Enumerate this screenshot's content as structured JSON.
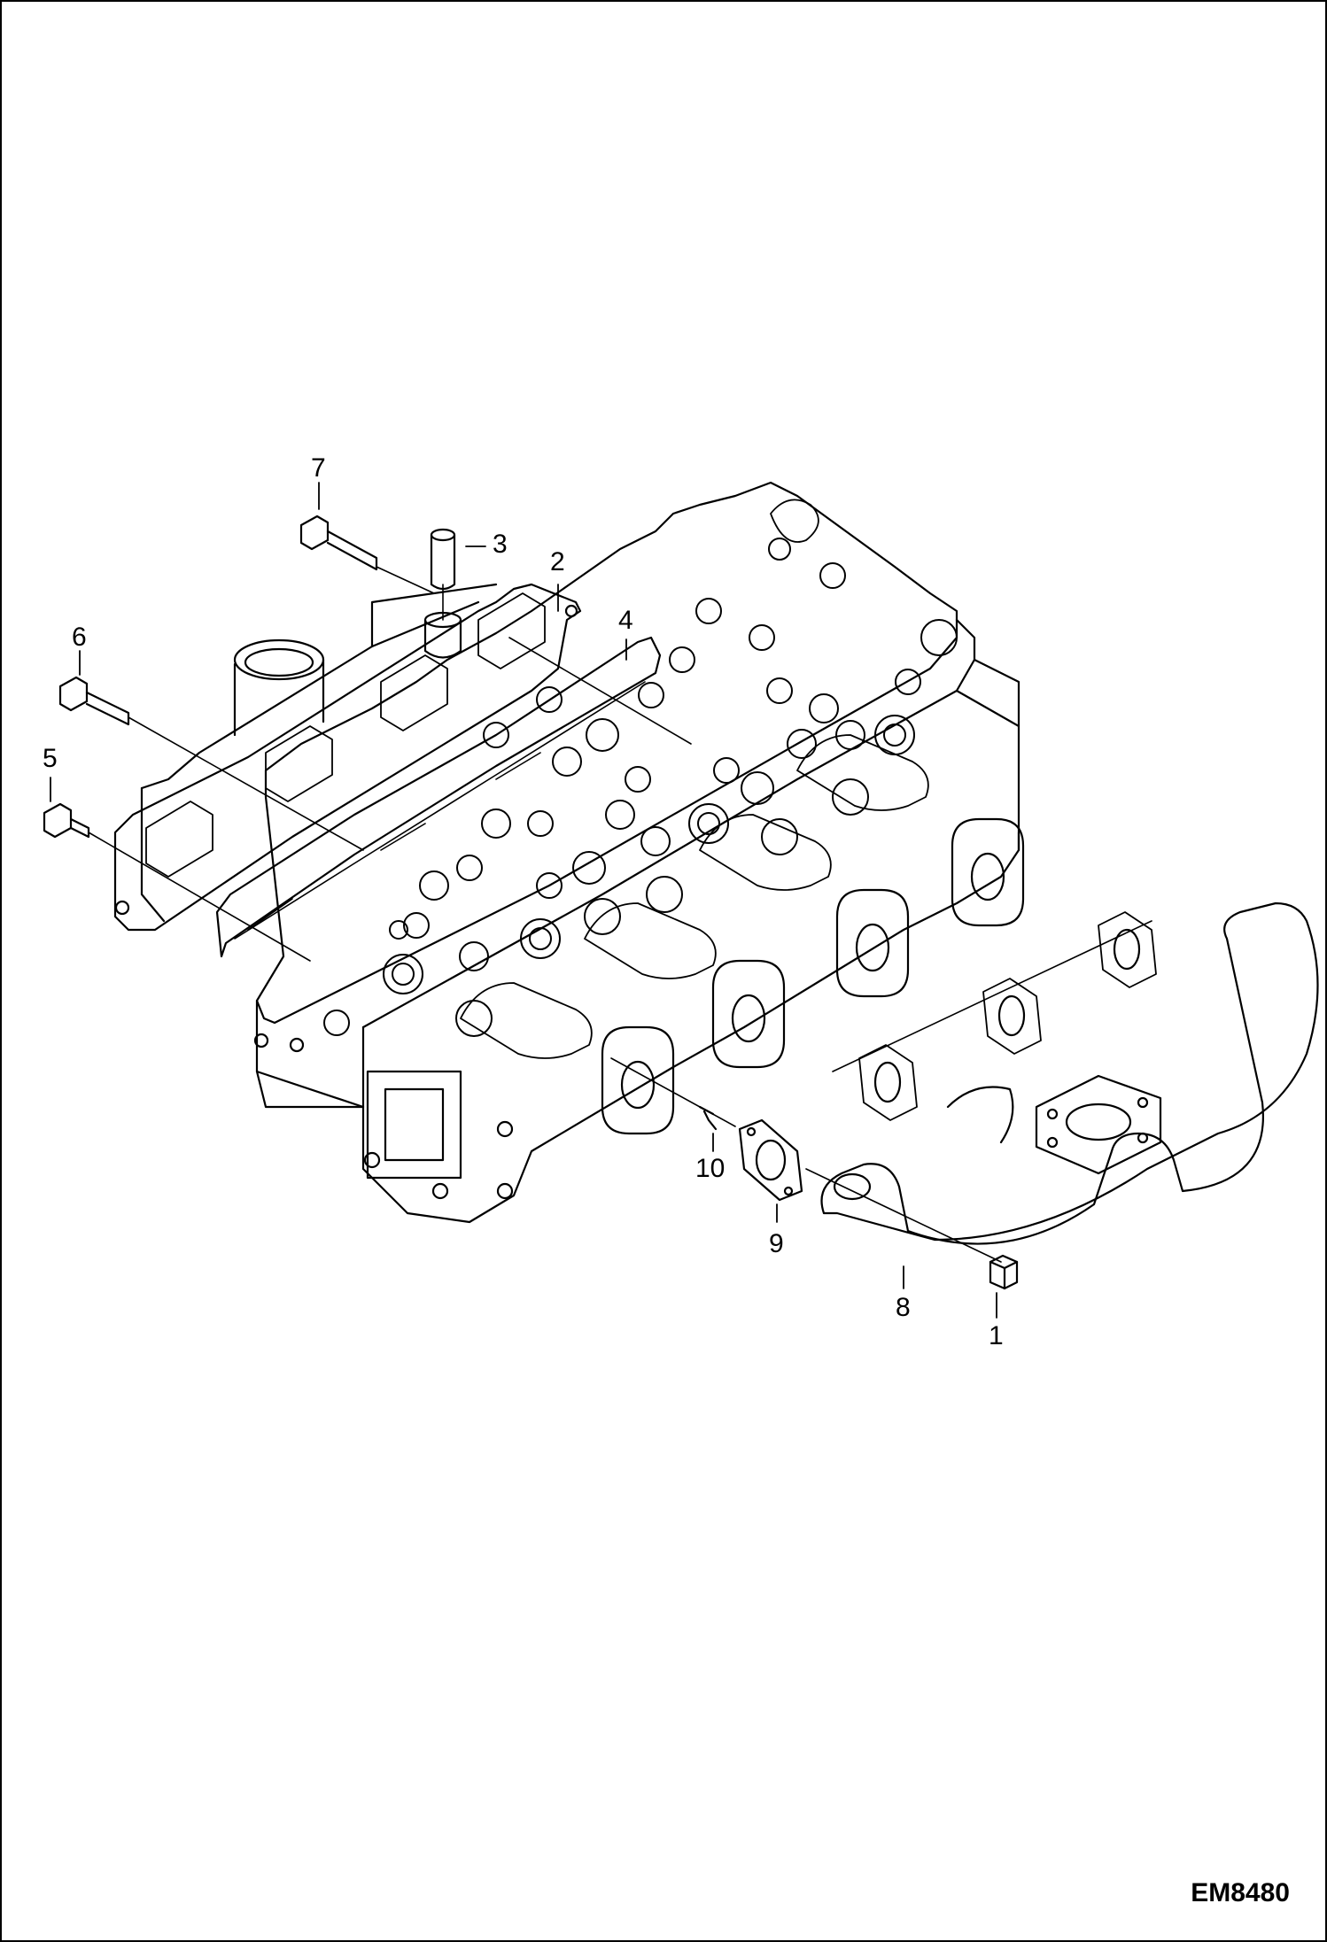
{
  "figure": {
    "id": "EM8480"
  },
  "callouts": [
    {
      "number": "1",
      "part": "nut"
    },
    {
      "number": "2",
      "part": "intake-manifold"
    },
    {
      "number": "3",
      "part": "sleeve"
    },
    {
      "number": "4",
      "part": "intake-gasket"
    },
    {
      "number": "5",
      "part": "bolt"
    },
    {
      "number": "6",
      "part": "bolt"
    },
    {
      "number": "7",
      "part": "bolt"
    },
    {
      "number": "8",
      "part": "exhaust-manifold"
    },
    {
      "number": "9",
      "part": "exhaust-gasket"
    },
    {
      "number": "10",
      "part": "stud"
    }
  ],
  "colors": {
    "line": "#000000",
    "background": "#ffffff"
  }
}
